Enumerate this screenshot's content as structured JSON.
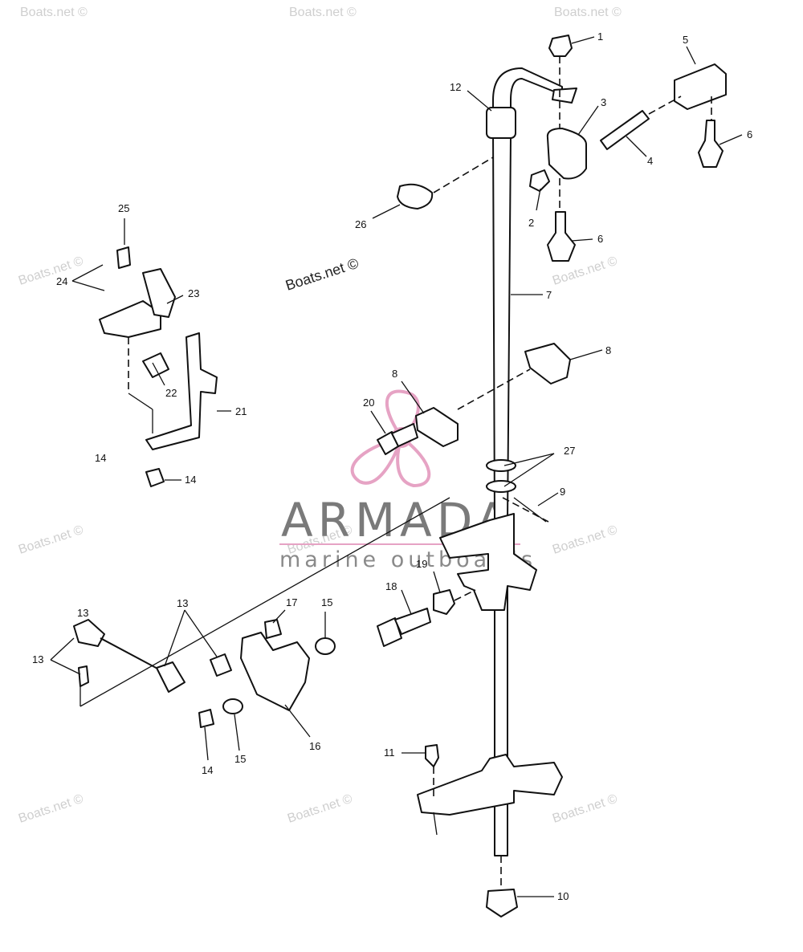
{
  "callouts": [
    "1",
    "2",
    "3",
    "4",
    "5",
    "6",
    "6",
    "7",
    "8",
    "8",
    "9",
    "10",
    "11",
    "12",
    "13",
    "13",
    "13",
    "14",
    "14",
    "14",
    "15",
    "15",
    "16",
    "17",
    "18",
    "19",
    "20",
    "21",
    "22",
    "23",
    "24",
    "25",
    "26",
    "27"
  ],
  "watermarks": {
    "main": "Boats.net ©",
    "faint": "Boats.net ©"
  },
  "brand": {
    "name": "ARMADA",
    "tagline": "marine outboards",
    "color": "#e6a3c4"
  }
}
